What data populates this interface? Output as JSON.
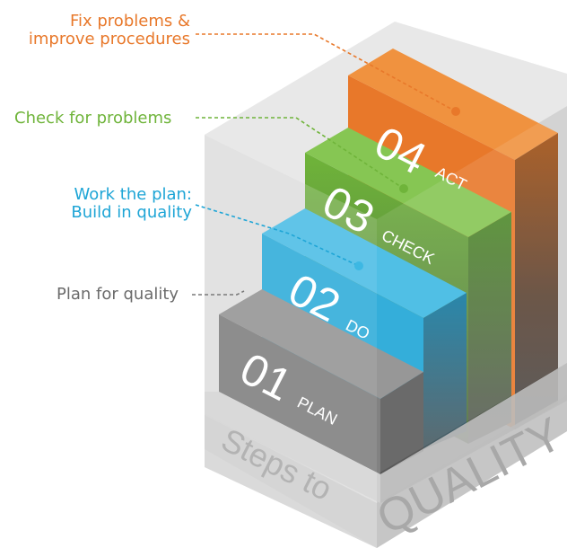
{
  "colors": {
    "act": "#e8782a",
    "check": "#6fb43a",
    "do": "#1ea5d6",
    "plan": "#7a7a7a",
    "plan_text": "#6b6b6b",
    "cube_glass": "#cfcfcf"
  },
  "steps": [
    {
      "number": "01",
      "label": "PLAN"
    },
    {
      "number": "02",
      "label": "DO"
    },
    {
      "number": "03",
      "label": "CHECK"
    },
    {
      "number": "04",
      "label": "ACT"
    }
  ],
  "callouts": {
    "act": [
      "Fix problems &",
      "improve procedures"
    ],
    "check": "Check for problems",
    "do": [
      "Work the plan:",
      "Build in quality"
    ],
    "plan": "Plan for quality"
  },
  "cube_text": {
    "left": "Steps to",
    "right": "QUALITY"
  }
}
